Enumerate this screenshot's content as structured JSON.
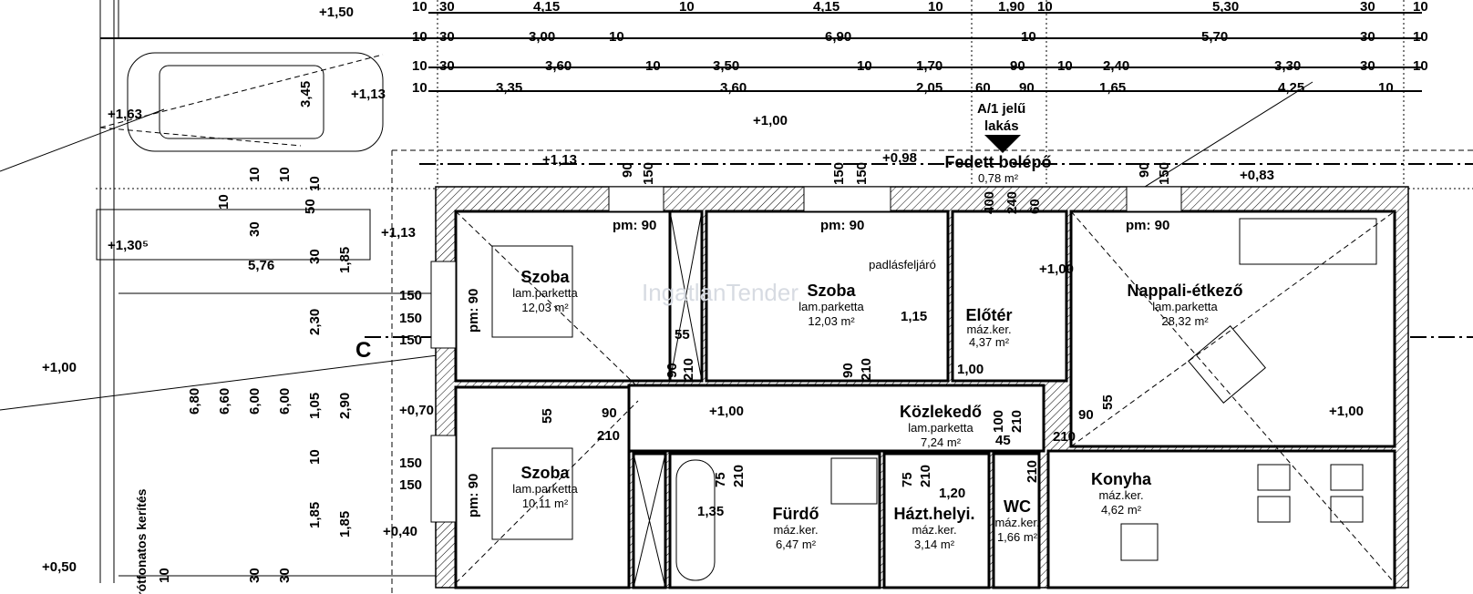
{
  "watermark": "IngatlanTender",
  "dimension_rows": [
    [
      "10",
      "30",
      "4,15",
      "10",
      "4,15",
      "10",
      "1,90",
      "10",
      "5,30",
      "30",
      "10"
    ],
    [
      "10",
      "30",
      "3,00",
      "10",
      "6,90",
      "10",
      "5,70",
      "30",
      "10"
    ],
    [
      "10",
      "30",
      "3,60",
      "10",
      "3,50",
      "10",
      "1,70",
      "90",
      "10",
      "2,40",
      "3,30",
      "30",
      "10"
    ],
    [
      "10",
      "3,35",
      "3,60",
      "2,05",
      "60",
      "90",
      "1,65",
      "4,25",
      "10"
    ]
  ],
  "apartment": {
    "line1": "A/1 jelű",
    "line2": "lakás"
  },
  "entrance": {
    "name": "Fedett belépő",
    "area": "0,78 m²"
  },
  "levels": [
    "+1,50",
    "+1,63",
    "+1,13",
    "+1,00",
    "+1,13",
    "+0,98",
    "+0,83",
    "+1,13",
    "+1,30⁵",
    "+1,00",
    "+0,70",
    "+0,40",
    "+0,50",
    "+1,00",
    "+1,00",
    "+1,00"
  ],
  "rooms": [
    {
      "name": "Szoba",
      "floor": "lam.parketta",
      "area": "12,03 m²"
    },
    {
      "name": "Szoba",
      "floor": "lam.parketta",
      "area": "12,03 m²"
    },
    {
      "name": "Előtér",
      "floor": "máz.ker.",
      "area": "4,37 m²"
    },
    {
      "name": "Nappali-étkező",
      "floor": "lam.parketta",
      "area": "28,32 m²"
    },
    {
      "name": "Közlekedő",
      "floor": "lam.parketta",
      "area": "7,24 m²"
    },
    {
      "name": "Szoba",
      "floor": "lam.parketta",
      "area": "10,11 m²"
    },
    {
      "name": "Fürdő",
      "floor": "máz.ker.",
      "area": "6,47 m²"
    },
    {
      "name": "Házt.helyi.",
      "floor": "máz.ker.",
      "area": "3,14 m²"
    },
    {
      "name": "WC",
      "floor": "máz.ker.",
      "area": "1,66 m²"
    },
    {
      "name": "Konyha",
      "floor": "máz.ker.",
      "area": "4,62 m²"
    }
  ],
  "windows": [
    "pm: 90",
    "pm: 90",
    "pm: 90",
    "pm: 90",
    "pm: 90"
  ],
  "attic_access": "padlásfeljáró",
  "fence": "drótfonatos kerítés",
  "section_mark": "C",
  "car_length": "3,45",
  "site_width": "5,76",
  "inner_dims": [
    "1,15",
    "55",
    "90",
    "210",
    "90",
    "210",
    "55",
    "90",
    "210",
    "1,35",
    "75",
    "210",
    "75",
    "210",
    "1,20",
    "100",
    "210",
    "45",
    "210",
    "90",
    "210",
    "55",
    "400",
    "240",
    "60",
    "90",
    "150",
    "150",
    "150",
    "90",
    "150",
    "150",
    "1,00"
  ],
  "left_dims": [
    "6,80",
    "6,60",
    "6,00",
    "6,00",
    "1,05",
    "2,90",
    "2,30",
    "1,85",
    "1,85",
    "1,85",
    "10",
    "10",
    "10",
    "10",
    "30",
    "30",
    "50",
    "150",
    "150",
    "150",
    "150",
    "10",
    "10",
    "30",
    "30"
  ]
}
